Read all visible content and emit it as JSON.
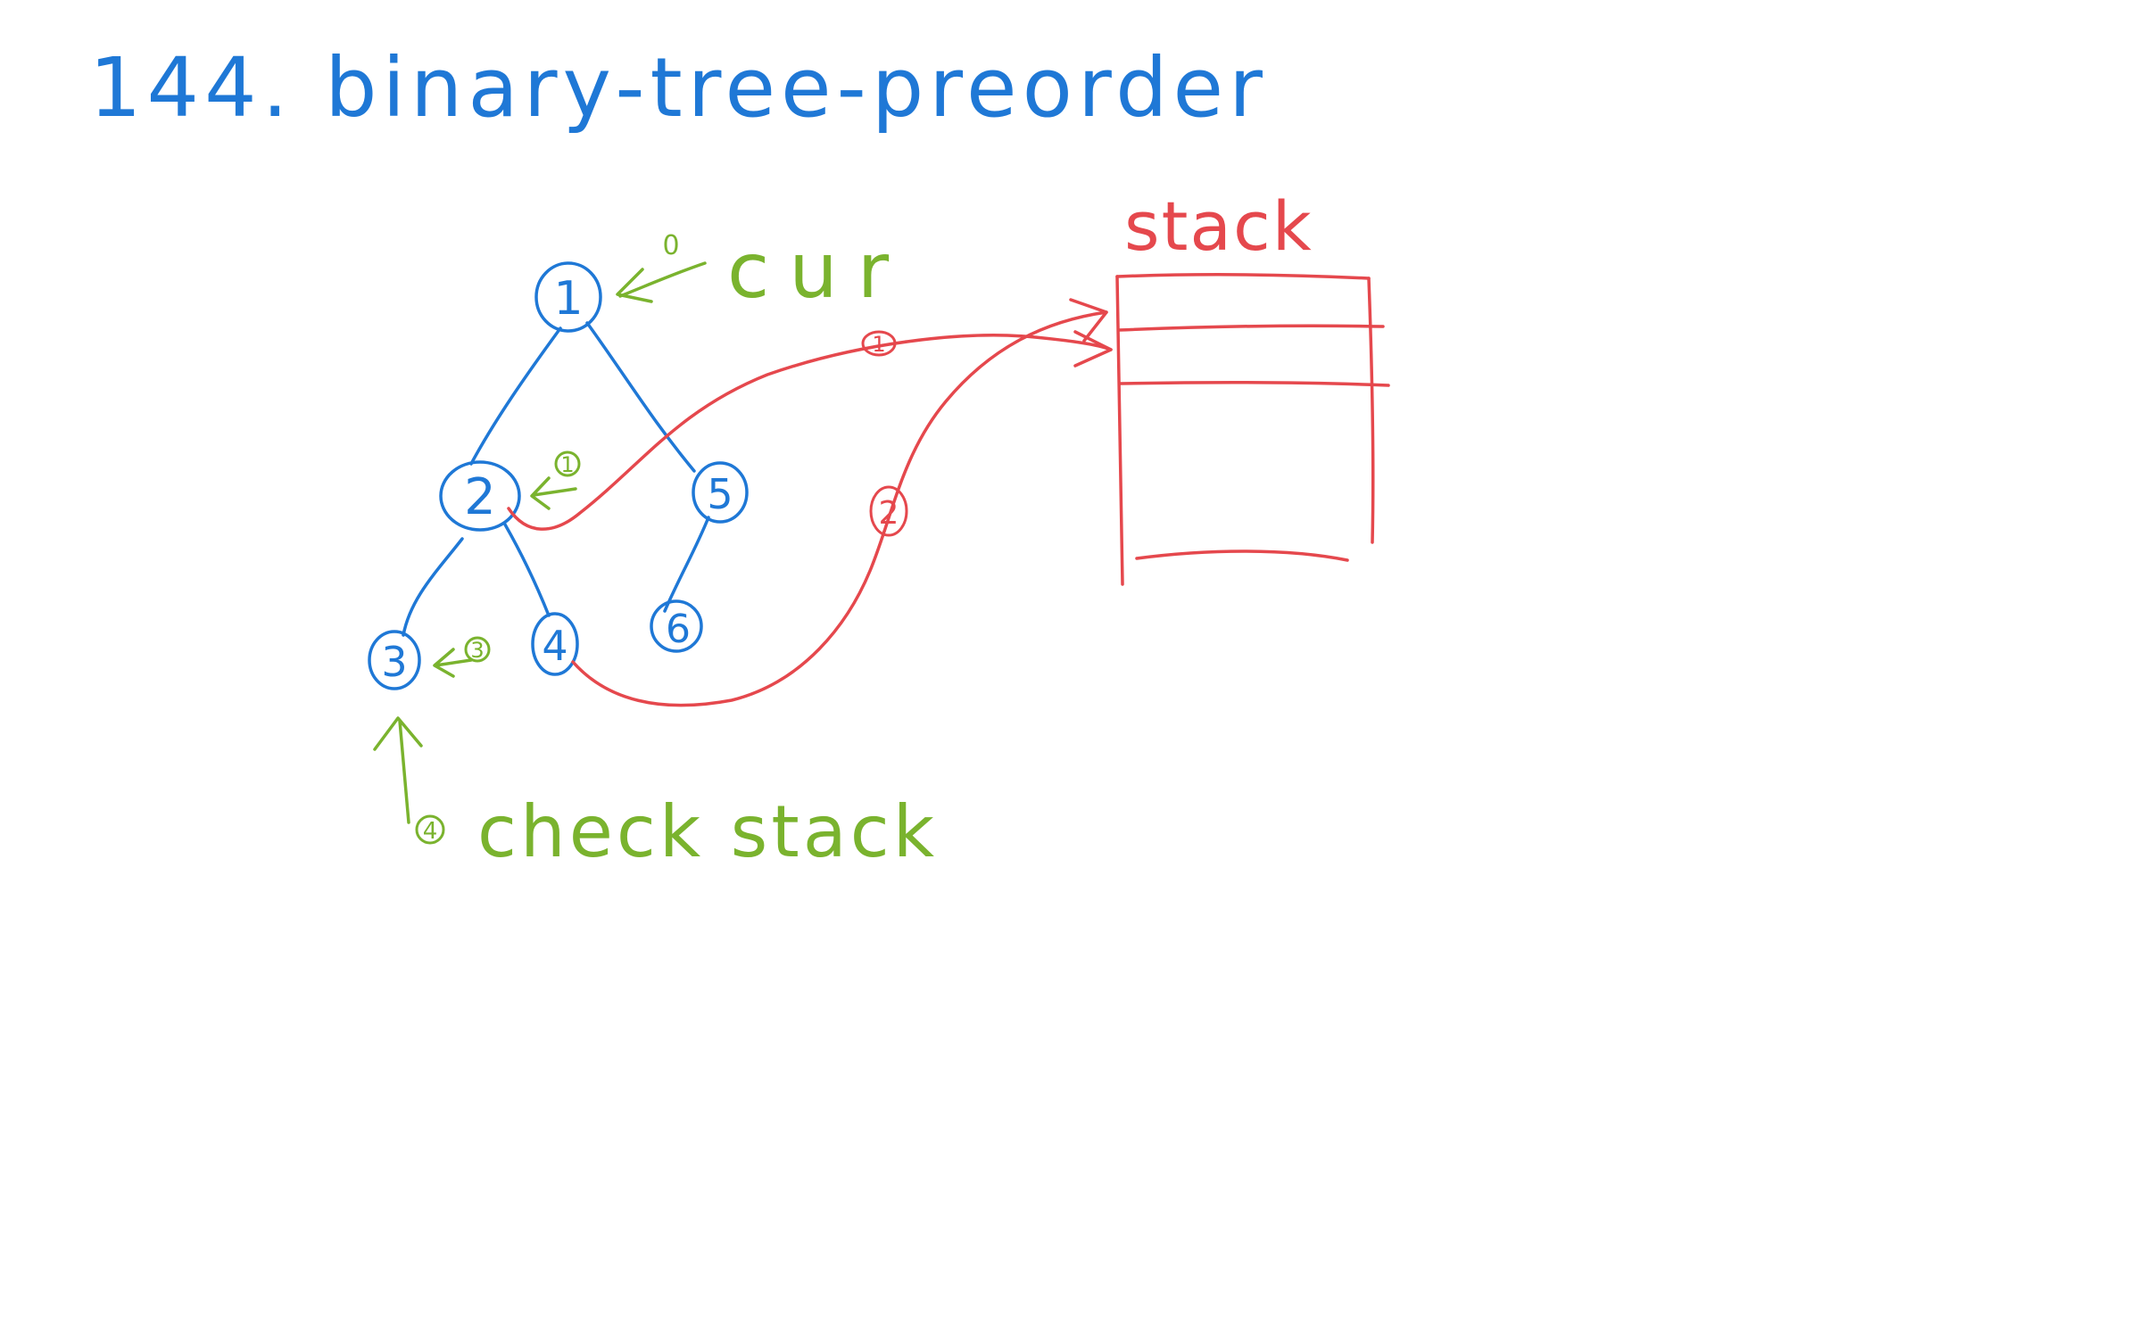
{
  "colors": {
    "blue": "#1f78d6",
    "green": "#7ab32e",
    "red": "#e5484d",
    "background": "#ffffff"
  },
  "title": "144. binary-tree-preorder",
  "tree": {
    "nodes": [
      "1",
      "2",
      "3",
      "4",
      "5",
      "6"
    ],
    "edges": [
      [
        "1",
        "2"
      ],
      [
        "1",
        "5"
      ],
      [
        "2",
        "3"
      ],
      [
        "2",
        "4"
      ],
      [
        "5",
        "6"
      ]
    ]
  },
  "cur_label": "cur",
  "stack": {
    "label": "stack",
    "slot_count": 3
  },
  "steps": {
    "step0": "0",
    "step1": "1",
    "step2": "2",
    "step3": "3",
    "step4": "4"
  },
  "check_label": "check stack"
}
